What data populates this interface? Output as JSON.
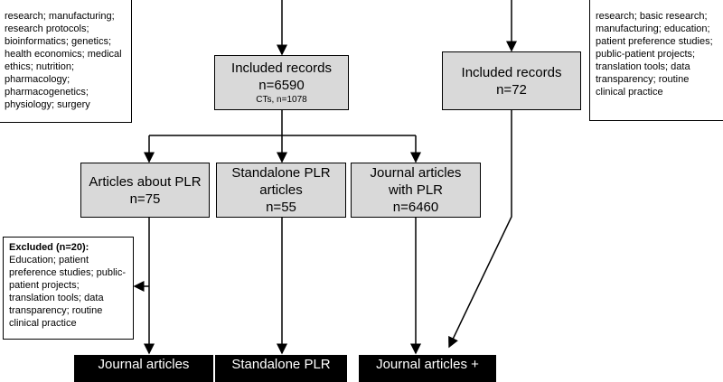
{
  "excluded_left_top": {
    "text": "research; manufacturing; research protocols; bioinformatics; genetics; health economics; medical ethics; nutrition; pharmacology; pharmacogenetics; physiology; surgery"
  },
  "excluded_right_top": {
    "text": "research; basic research; manufacturing; education; patient preference studies; public-patient projects; translation tools; data transparency; routine clinical practice"
  },
  "included_main": {
    "label": "Included records",
    "count": "n=6590",
    "sub": "CTs, n=1078"
  },
  "included_right": {
    "label": "Included records",
    "count": "n=72"
  },
  "categories": [
    {
      "label": "Articles about PLR",
      "count": "n=75"
    },
    {
      "label": "Standalone PLR articles",
      "count": "n=55"
    },
    {
      "label": "Journal articles with PLR",
      "count": "n=6460"
    }
  ],
  "excluded_mid": {
    "title": "Excluded (n=20):",
    "text": "Education; patient preference studies; public-patient projects; translation tools; data transparency; routine clinical practice"
  },
  "outputs": [
    {
      "label": "Journal articles"
    },
    {
      "label": "Standalone PLR"
    },
    {
      "label": "Journal articles +"
    }
  ],
  "colors": {
    "box_fill": "#d9d9d9",
    "output_fill": "#000000",
    "line": "#000000"
  }
}
